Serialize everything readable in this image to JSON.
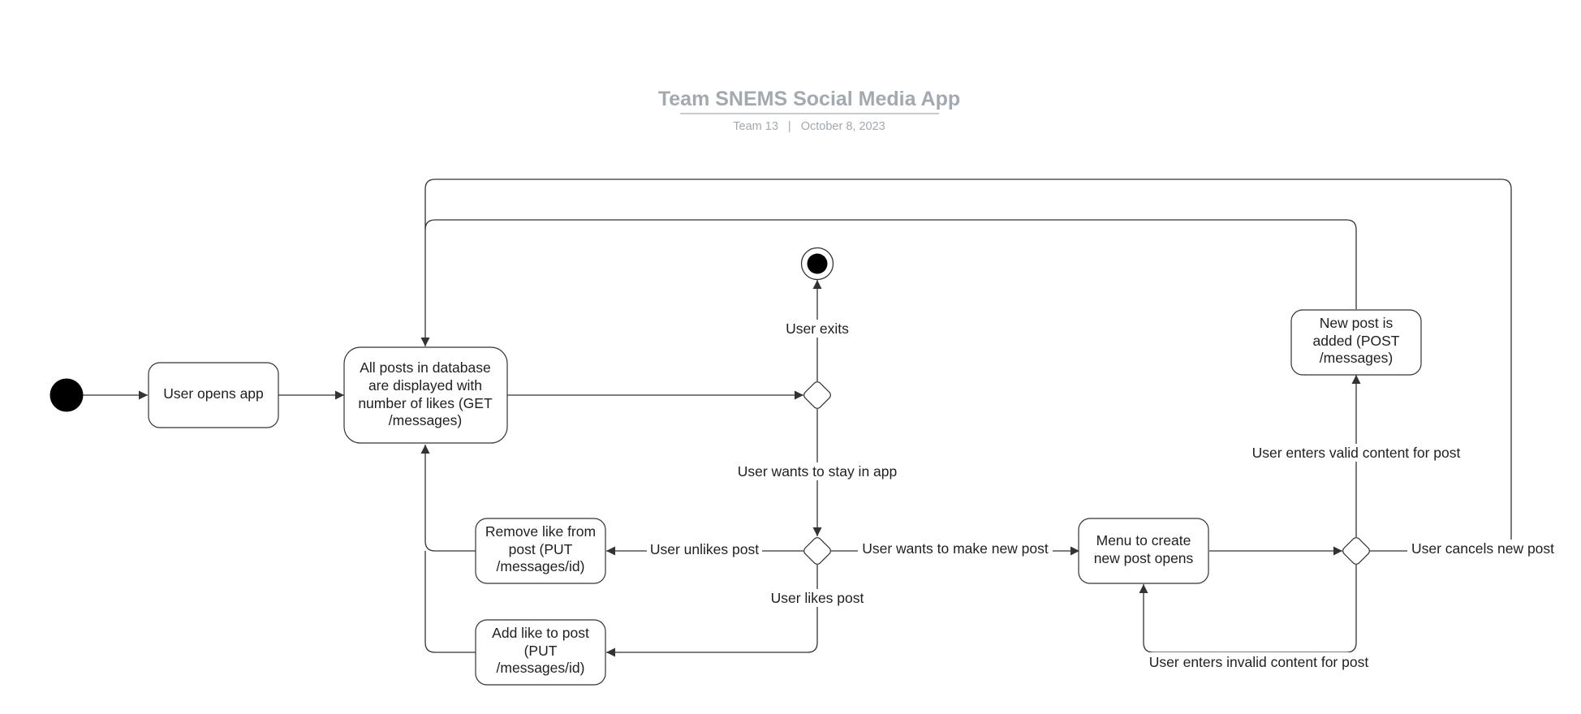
{
  "header": {
    "title": "Team SNEMS Social Media App",
    "team": "Team 13",
    "separator": "|",
    "date": "October 8, 2023"
  },
  "nodes": {
    "user_opens_app": [
      "User opens app"
    ],
    "all_posts": [
      "All posts in database",
      "are displayed with",
      "number of likes (GET",
      "/messages)"
    ],
    "remove_like": [
      "Remove like from",
      "post (PUT",
      "/messages/id)"
    ],
    "add_like": [
      "Add like to post",
      "(PUT",
      "/messages/id)"
    ],
    "menu_create": [
      "Menu to create",
      "new post opens"
    ],
    "new_post_added": [
      "New post is",
      "added (POST",
      "/messages)"
    ]
  },
  "edge_labels": {
    "user_exits": "User exits",
    "stay_in_app": "User wants to stay in app",
    "unlikes_post": "User unlikes post",
    "likes_post": "User likes post",
    "make_new_post": "User wants to make new post",
    "valid_content": "User enters valid content for post",
    "cancels_new_post": "User cancels new post",
    "invalid_content": "User enters invalid content for post"
  },
  "colors": {
    "title": "#a3a9b1",
    "stroke": "#333333",
    "text": "#1f1f1f",
    "node_fill": "#ffffff",
    "initial_fill": "#000000"
  }
}
